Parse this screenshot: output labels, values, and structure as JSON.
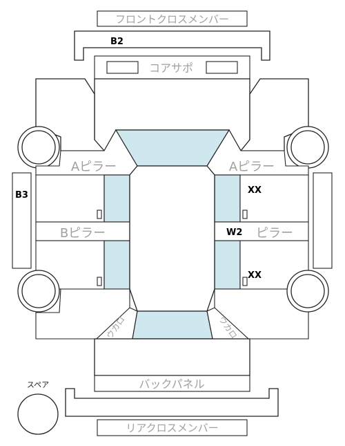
{
  "labels": {
    "front_cross_member": "フロントクロスメンバー",
    "core_support": "コアサポ",
    "a_pillar_left": "Aピラー",
    "a_pillar_right": "Aピラー",
    "b_pillar_left": "Bピラー",
    "b_pillar_right": "ピラー",
    "back_panel": "バックパネル",
    "rear_cross_member": "リアクロスメンバー",
    "spare": "スペア",
    "rear_left_text": "ウカロ",
    "rear_right_text": "ウカロ"
  },
  "marks": {
    "front_cross_member": "B2",
    "left_door_panel": "B3",
    "right_front_door": "XX",
    "right_rear_door": "XX",
    "right_b_pillar": "W2"
  },
  "colors": {
    "glass": "#cfe8ef",
    "outline": "#222222",
    "label_gray": "#a0a0a0"
  }
}
